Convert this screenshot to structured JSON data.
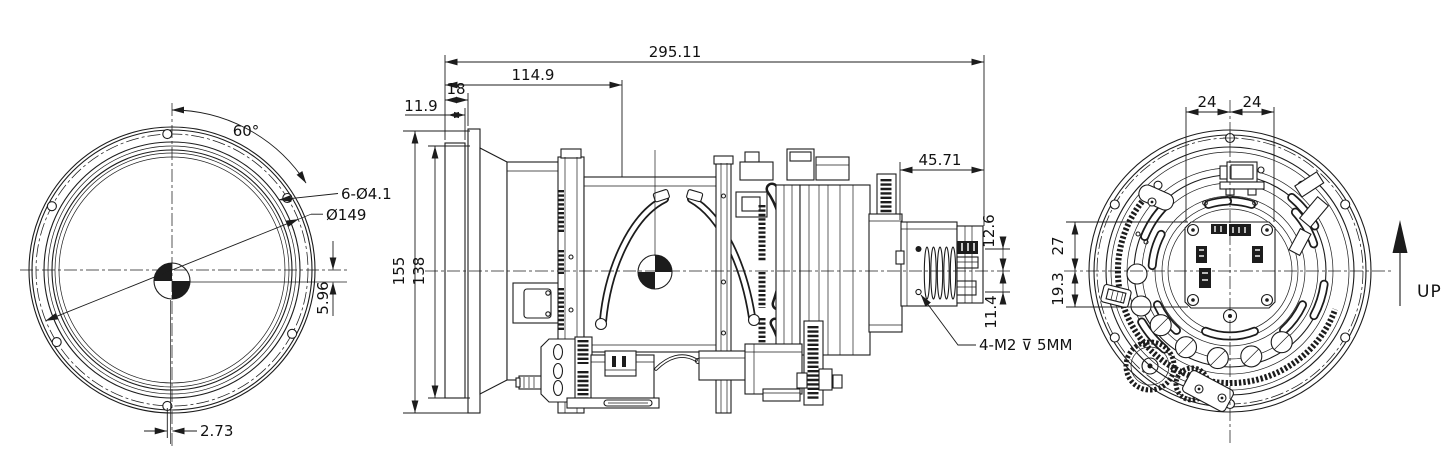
{
  "colors": {
    "line": "#1c1c1c",
    "background": "#ffffff"
  },
  "front_view": {
    "angle": "60°",
    "holes": "6-Ø4.1",
    "bolt_circle": "Ø149",
    "vertical_offset": "5.96",
    "horizontal_offset": "2.73"
  },
  "side_view": {
    "overall_length": "295.11",
    "front_length": "114.9",
    "flange_offset": "18",
    "front_lip": "11.9",
    "flange_diameter": "155",
    "body_diameter": "138",
    "rear_length": "45.71",
    "rear_upper": "12.6",
    "rear_lower": "11.4",
    "thread_callout": "4-M2 ⊽ 5MM"
  },
  "rear_view": {
    "spacing_left": "24",
    "spacing_right": "24",
    "upper_offset": "27",
    "lower_offset": "19.3",
    "up_label": "UP"
  }
}
